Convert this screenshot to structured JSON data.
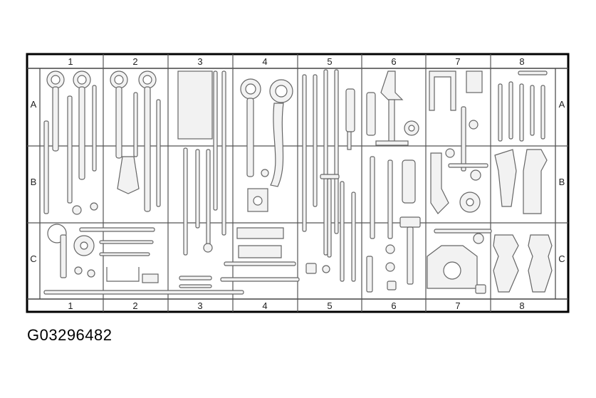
{
  "figure_code": "G03296482",
  "columns": [
    "1",
    "2",
    "3",
    "4",
    "5",
    "6",
    "7",
    "8"
  ],
  "rows": [
    "A",
    "B",
    "C"
  ],
  "colors": {
    "frame": "#000000",
    "grid": "#555555",
    "tool_fill": "#f2f2f2",
    "tool_stroke": "#666666"
  }
}
